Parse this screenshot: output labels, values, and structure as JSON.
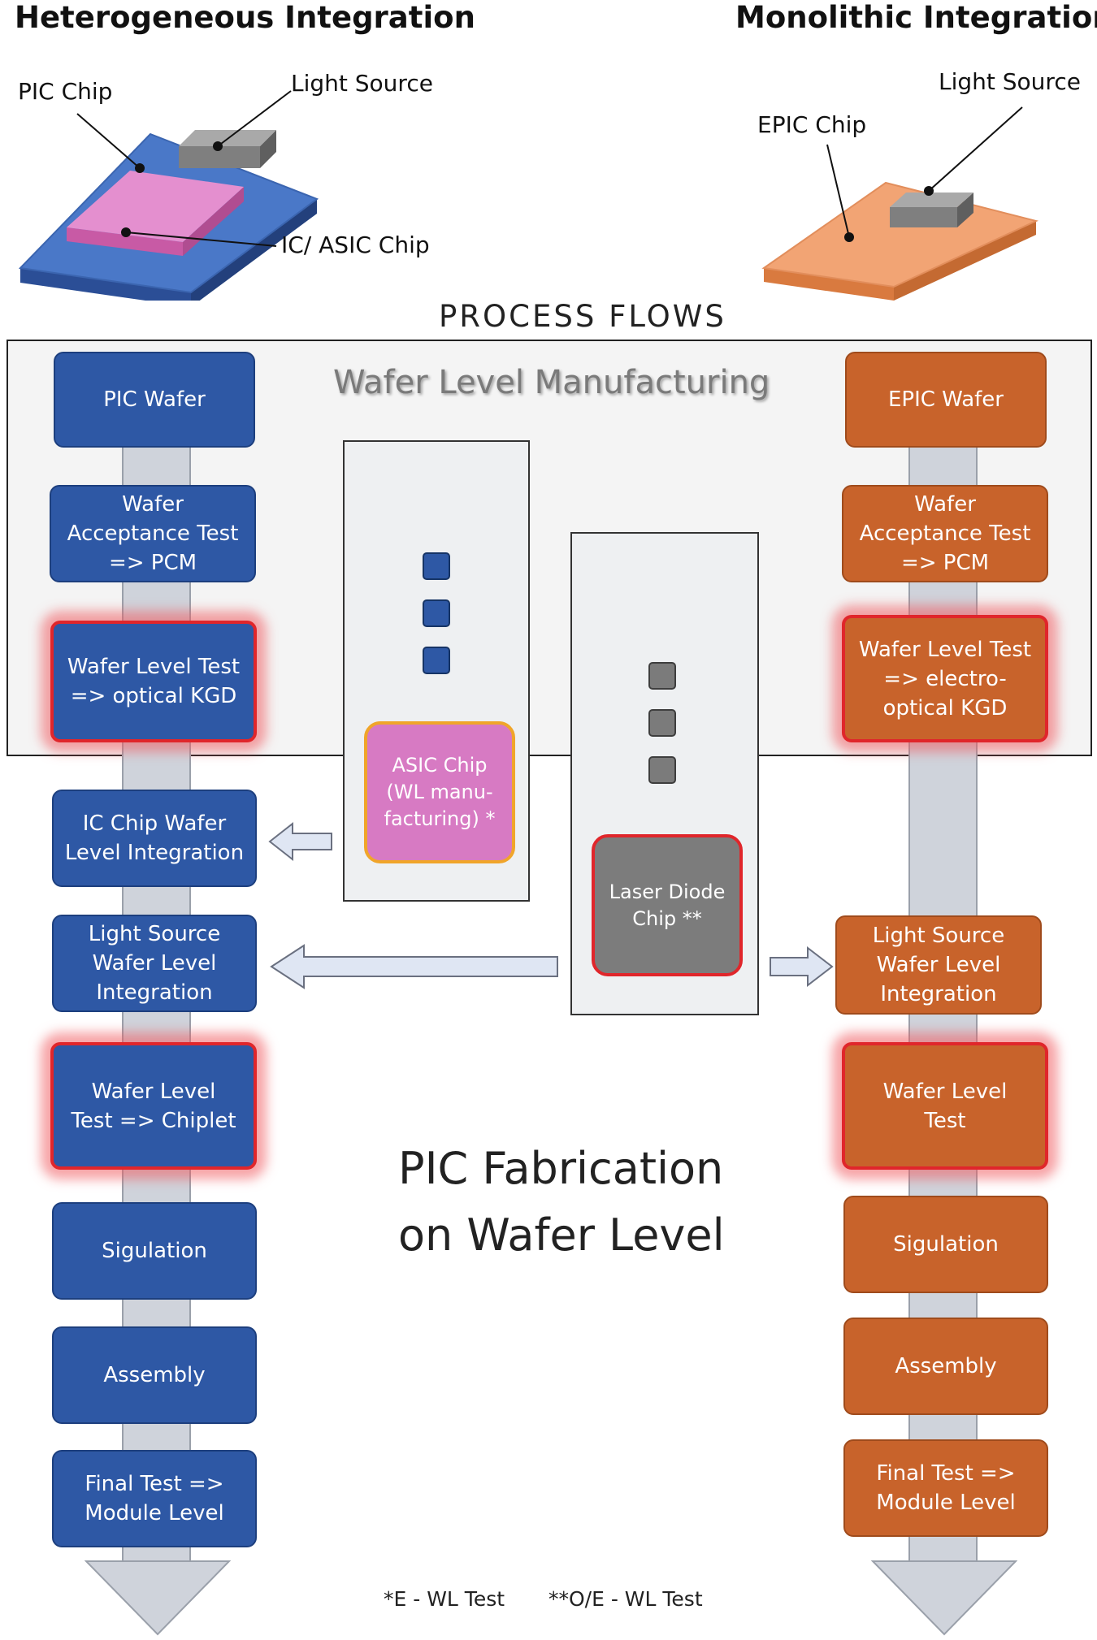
{
  "headings": {
    "left": "Heterogeneous Integration",
    "right": "Monolithic Integration"
  },
  "illustrations": {
    "heterogeneous": {
      "pic_chip": "PIC Chip",
      "light_source": "Light Source",
      "ic_asic_chip": "IC/ ASIC Chip"
    },
    "monolithic": {
      "light_source": "Light Source",
      "epic_chip": "EPIC Chip"
    }
  },
  "process_flows_title": "PROCESS FLOWS",
  "wafer_level_title": "Wafer Level Manufacturing",
  "left_flow": [
    "PIC Wafer",
    "Wafer\nAcceptance Test\n=> PCM",
    "Wafer Level Test\n=> optical KGD",
    "IC Chip  Wafer\nLevel Integration",
    "Light Source\nWafer Level\nIntegration",
    "Wafer Level\nTest => Chiplet",
    "Sigulation",
    "Assembly",
    "Final Test =>\nModule Level"
  ],
  "right_flow": [
    "EPIC Wafer",
    "Wafer\nAcceptance Test\n=> PCM",
    "Wafer Level Test\n=> electro-\noptical KGD",
    "Light Source\nWafer Level\nIntegration",
    "Wafer Level\nTest",
    "Sigulation",
    "Assembly",
    "Final Test =>\nModule Level"
  ],
  "asic_chip": "ASIC Chip\n(WL manu-\nfacturing) *",
  "laser_chip": "Laser Diode\nChip **",
  "center_text": "PIC Fabrication\non Wafer Level",
  "footnotes": {
    "e": "*E - WL Test",
    "oe": "**O/E - WL Test"
  },
  "colors": {
    "blue": "#2e58a5",
    "orange": "#c8632b",
    "highlight_red": "#e0262b",
    "asic_pink": "#d77ac3",
    "asic_border": "#f0a52a",
    "laser_grey": "#7c7c7c"
  }
}
